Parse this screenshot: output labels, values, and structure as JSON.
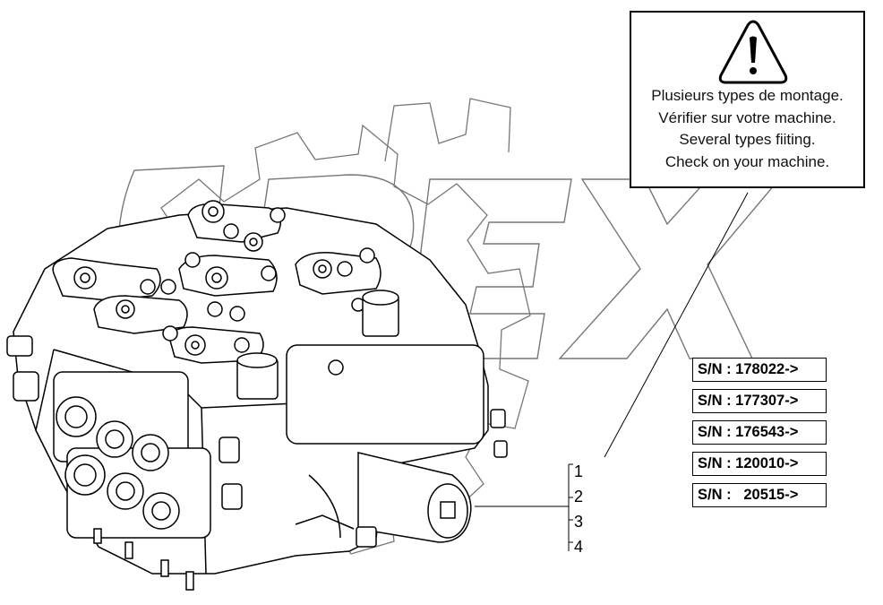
{
  "warning": {
    "icon": "warning-triangle-icon",
    "lines": [
      "Plusieurs types de montage.",
      "Vérifier sur votre machine.",
      "Several types fiiting.",
      "Check on your machine."
    ]
  },
  "serial_numbers": [
    "S/N : 178022->",
    "S/N : 177307->",
    "S/N : 176543->",
    "S/N : 120010->",
    "S/N :   20515->"
  ],
  "callouts": [
    "1",
    "2",
    "3",
    "4"
  ],
  "watermark": {
    "text": "OREX"
  },
  "colors": {
    "line": "#000000",
    "watermark": "#888888",
    "background": "#ffffff"
  }
}
